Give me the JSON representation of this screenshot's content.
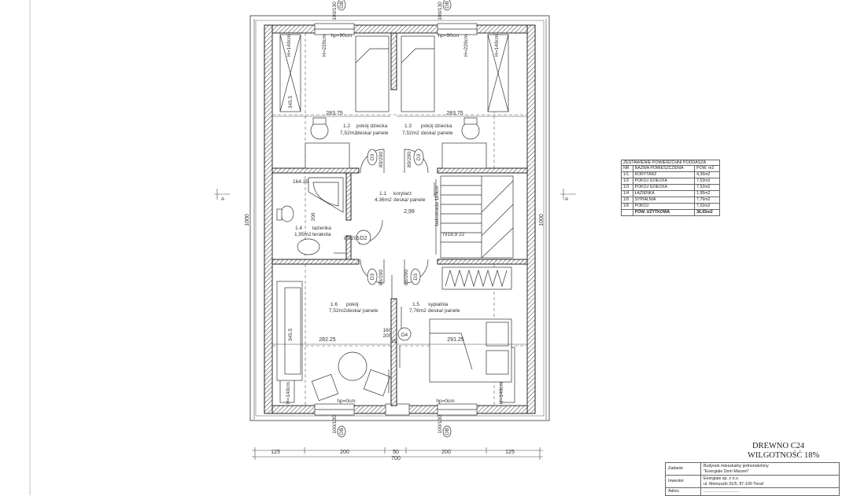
{
  "dimensions": {
    "bottom_segments": [
      "125",
      "200",
      "50",
      "200",
      "125"
    ],
    "bottom_total": "700",
    "side_height": "1000",
    "upper_room_width_left": "283.75",
    "upper_room_width_right": "283.75",
    "lower_room_width_left": "282.25",
    "lower_room_width_right": "291.25",
    "upper_room_depth": "345.5",
    "lower_room_depth": "345.5",
    "bath_width": "164.25",
    "bath_depth": "200",
    "stair_note": "balustrada 110cm",
    "stair_dim": "7x18,9 22",
    "level": "2,99",
    "small_dims": [
      "160",
      "205",
      "15"
    ]
  },
  "rooms": [
    {
      "id": "1.1",
      "name": "korytarz",
      "area": "4,36m2",
      "floor": "deska/ panele"
    },
    {
      "id": "1.2",
      "name": "pokój dziecka",
      "area": "7,52m2",
      "floor": "deska/ panele"
    },
    {
      "id": "1.3",
      "name": "pokój dziecka",
      "area": "7,52m2",
      "floor": "deska/ panele"
    },
    {
      "id": "1.4",
      "name": "łazienka",
      "area": "1,95m2",
      "floor": "terakota"
    },
    {
      "id": "1.5",
      "name": "sypialnia",
      "area": "7,76m2",
      "floor": "deska/ panele"
    },
    {
      "id": "1.6",
      "name": "pokój",
      "area": "7,52m2",
      "floor": "deska/ panele"
    }
  ],
  "doors": {
    "d2": "D2",
    "d3": "D3",
    "d4": "D4",
    "door_size": "80/205",
    "door_size_alt": "80/200",
    "window_label": "OB",
    "window_size": "100/130"
  },
  "window_notes": {
    "head_height_left": "H=220cm",
    "head_height_right": "H=220cm",
    "sill_top_left": "hp=90cm",
    "sill_top_right": "hp=90cm",
    "sill_bottom_left": "hp=0cm",
    "sill_bottom_right": "hp=0cm",
    "roof_window": "H=140cm"
  },
  "section_marks": [
    "A",
    "A"
  ],
  "area_table": {
    "title": "ZESTAWIENIE POWIERZCHNI PODDASZA",
    "headers": [
      "NR",
      "NAZWA POMIESZCZENIA",
      "POW. m2"
    ],
    "rows": [
      [
        "1/1",
        "KORYTARZ",
        "4,36m2"
      ],
      [
        "1/2",
        "POKÓJ DZIECKA",
        "7,52m2"
      ],
      [
        "1/3",
        "POKÓJ DZIECKA",
        "7,52m2"
      ],
      [
        "1/4",
        "ŁAZIENKA",
        "1,95m2"
      ],
      [
        "1/5",
        "SYPIALNIA",
        "7,76m2"
      ],
      [
        "1/6",
        "POKÓJ",
        "7,52m2"
      ]
    ],
    "total_label": "POW. UŻYTKOWA",
    "total_value": "36,65m2"
  },
  "material_note": {
    "line1": "DREWNO C24",
    "line2": "WILGOTNOŚĆ 18%"
  },
  "title_block": {
    "rows": [
      {
        "key": "Zadanie",
        "line1": "Budynek mieszkalny jednorodzinny",
        "line2": "\"Energiale Dom Marzeń\""
      },
      {
        "key": "Inwestor",
        "line1": "Energiale sp. z o.o.",
        "line2": "ul. Moniuszki 31/5, 87-100 Toruń"
      },
      {
        "key": "Adres",
        "line1": "...............................",
        "line2": ""
      }
    ]
  }
}
